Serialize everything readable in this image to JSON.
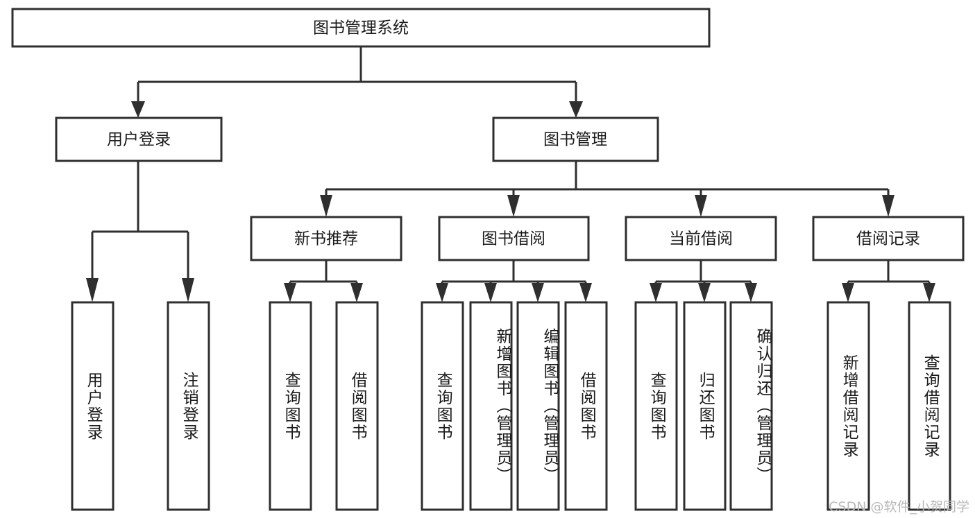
{
  "diagram": {
    "type": "tree-hierarchy-flowchart",
    "root": {
      "id": "root",
      "label": "图书管理系统"
    },
    "level2": [
      {
        "id": "user-login",
        "label": "用户登录"
      },
      {
        "id": "book-management",
        "label": "图书管理"
      }
    ],
    "level3": [
      {
        "id": "new-book-recommend",
        "label": "新书推荐",
        "parent": "book-management"
      },
      {
        "id": "book-borrow",
        "label": "图书借阅",
        "parent": "book-management"
      },
      {
        "id": "current-borrow",
        "label": "当前借阅",
        "parent": "book-management"
      },
      {
        "id": "borrow-record",
        "label": "借阅记录",
        "parent": "book-management"
      }
    ],
    "leaves": {
      "user-login": [
        {
          "id": "leaf-user-login",
          "label": "用户登录"
        },
        {
          "id": "leaf-logout-login",
          "label": "注销登录"
        }
      ],
      "new-book-recommend": [
        {
          "id": "leaf-query-book-1",
          "label": "查询图书"
        },
        {
          "id": "leaf-borrow-book-1",
          "label": "借阅图书"
        }
      ],
      "book-borrow": [
        {
          "id": "leaf-query-book-2",
          "label": "查询图书"
        },
        {
          "id": "leaf-add-book",
          "label": "新增图书（管理员）"
        },
        {
          "id": "leaf-edit-book",
          "label": "编辑图书（管理员）"
        },
        {
          "id": "leaf-borrow-book-2",
          "label": "借阅图书"
        }
      ],
      "current-borrow": [
        {
          "id": "leaf-query-book-3",
          "label": "查询图书"
        },
        {
          "id": "leaf-return-book",
          "label": "归还图书"
        },
        {
          "id": "leaf-confirm-return",
          "label": "确认归还（管理员）"
        }
      ],
      "borrow-record": [
        {
          "id": "leaf-add-record",
          "label": "新增借阅记录"
        },
        {
          "id": "leaf-query-record",
          "label": "查询借阅记录"
        }
      ]
    },
    "colors": {
      "background": "#ffffff",
      "box_fill": "#ffffff",
      "box_stroke": "#2f2f2f",
      "connector": "#2f2f2f",
      "text": "#1a1a1a",
      "watermark": "#b9b9b9"
    },
    "watermark": "CSDN @软件_小贺同学"
  }
}
